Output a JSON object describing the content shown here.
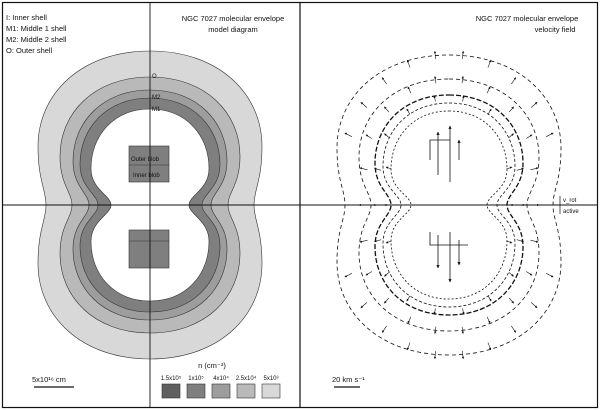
{
  "left_panel": {
    "title_line1": "NGC 7027 molecular envelope",
    "title_line2": "model diagram",
    "legend": [
      "I: Inner shell",
      "M1: Middle 1 shell",
      "M2: Middle 2 shell",
      "O: Outer shell"
    ],
    "shell_labels": {
      "outer": "O",
      "middle2": "M2",
      "middle1": "M1"
    },
    "blob_labels": {
      "outer": "Outer blob",
      "inner": "Inner blob"
    },
    "scale_bar_label": "5x10¹⁶ cm",
    "density_title": "n (cm⁻³)",
    "density_scale": [
      {
        "label": "1.5x10⁵",
        "color": "#5f5f5f"
      },
      {
        "label": "1x10⁵",
        "color": "#7f7f7f"
      },
      {
        "label": "4x10⁴",
        "color": "#9d9d9d"
      },
      {
        "label": "2.5x10⁴",
        "color": "#b9b9b9"
      },
      {
        "label": "5x10³",
        "color": "#d8d8d8"
      }
    ]
  },
  "right_panel": {
    "title_line1": "NGC 7027 molecular envelope",
    "title_line2": "velocity field",
    "side_label_line1": "v_rot",
    "side_label_line2": "active",
    "scale_bar_label": "20 km s⁻¹"
  }
}
